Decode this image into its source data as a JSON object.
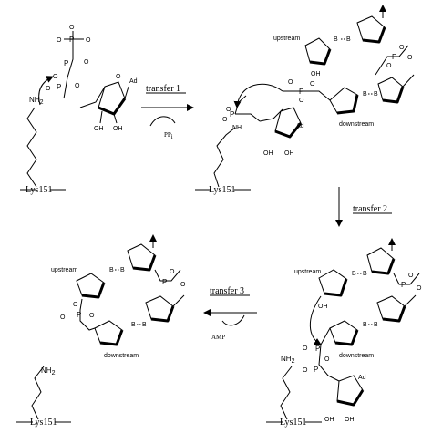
{
  "steps": {
    "transfer1": "transfer 1",
    "transfer2": "transfer 2",
    "transfer3": "transfer 3",
    "pp_main": "PP",
    "pp_sub": "i",
    "amp": "AMP"
  },
  "labels": {
    "lys": "Lys151",
    "upstream": "upstream",
    "downstream": "downstream",
    "ad": "Ad",
    "oh": "OH",
    "nh2": "NH",
    "nh2_sub": "2",
    "nh": "NH",
    "b": "B",
    "p": "P",
    "o": "O",
    "o_minus": "O",
    "minus": "-"
  }
}
